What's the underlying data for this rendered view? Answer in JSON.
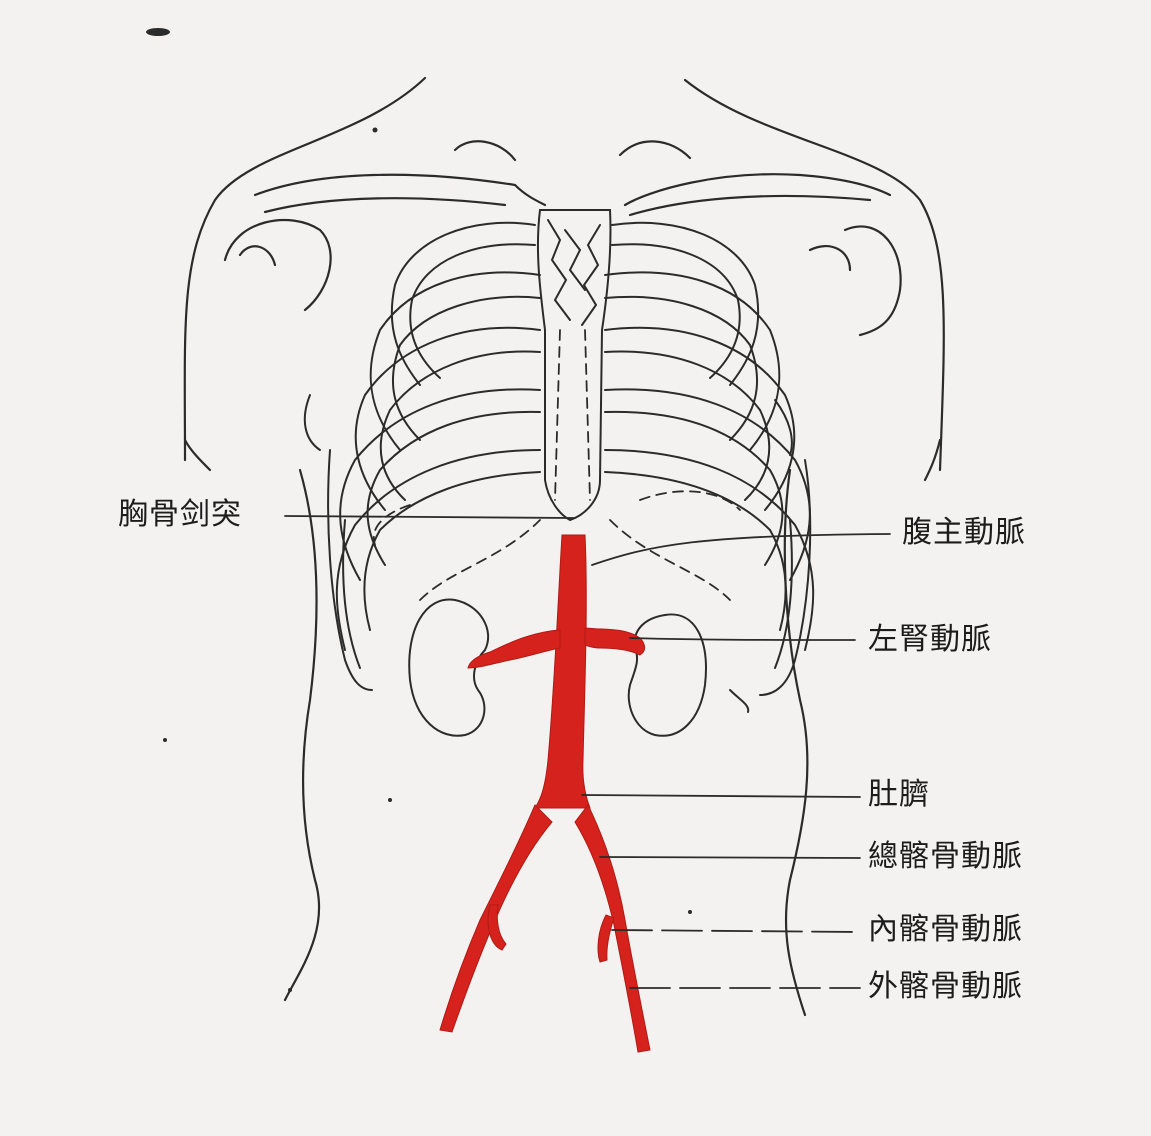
{
  "diagram": {
    "labels": {
      "xiphoid_process": "胸骨剑突",
      "abdominal_aorta": "腹主動脈",
      "left_renal_artery": "左腎動脈",
      "navel": "肚臍",
      "common_iliac_artery": "總髂骨動脈",
      "internal_iliac_artery": "內髂骨動脈",
      "external_iliac_artery": "外髂骨動脈"
    },
    "colors": {
      "line_art": "#2b2b2b",
      "artery": "#d6221c",
      "paper": "#f4f2f1"
    }
  }
}
